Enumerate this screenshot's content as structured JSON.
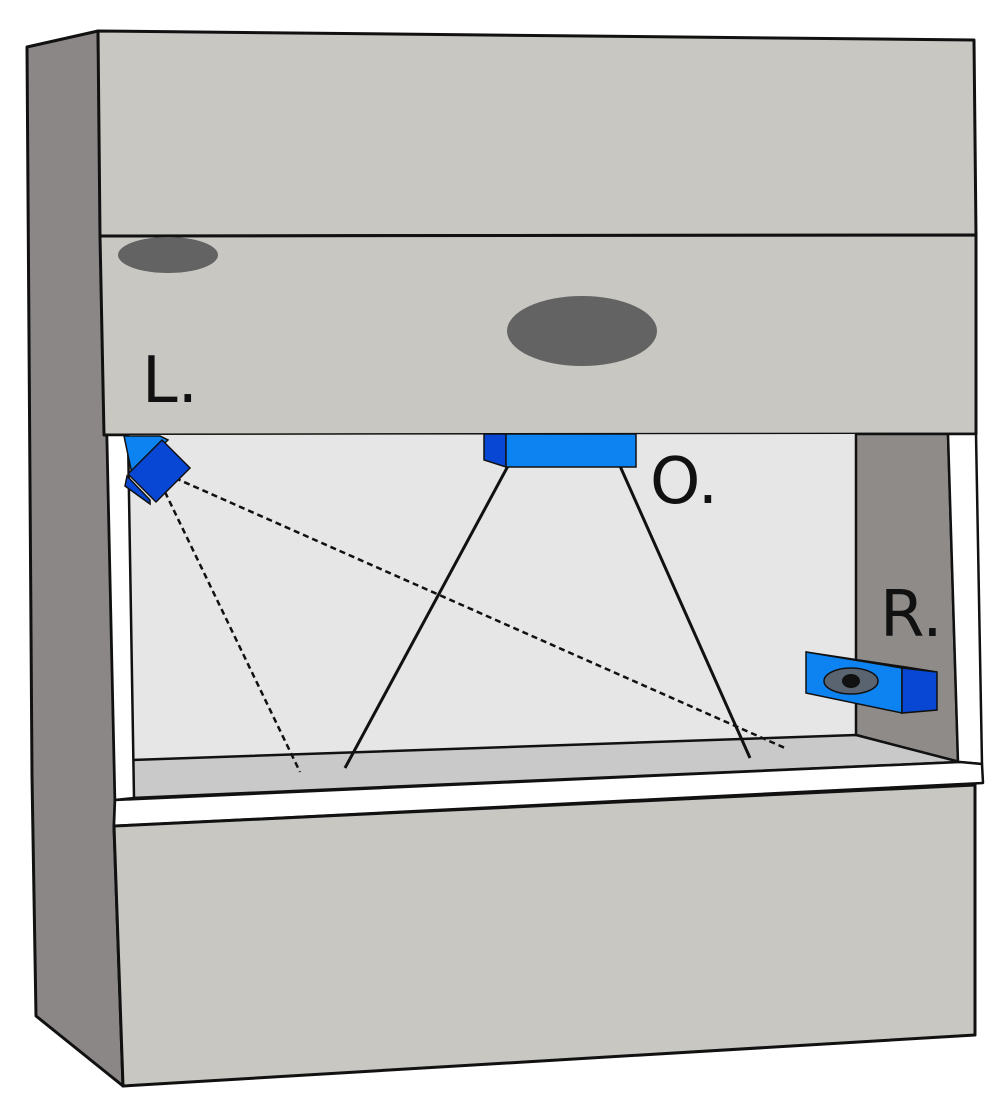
{
  "labels": {
    "left_camera": "L.",
    "overhead_camera": "O.",
    "right_camera": "R."
  },
  "colors": {
    "cabinet_front": "#c8c7c2",
    "cabinet_side": "#8b8786",
    "cabinet_inner_side": "#8f8b89",
    "work_area": "#e6e6e6",
    "work_surface": "#c9c9c9",
    "sash_frame": "#ffffff",
    "outline": "#111111",
    "vent_hole": "#636363",
    "camera_blue": "#0d83f2",
    "camera_blue_dark": "#0747d4",
    "camera_lens": "#5a6470"
  },
  "icons": {
    "left_camera": "camera-icon",
    "overhead_camera": "camera-icon",
    "right_camera": "camera-icon"
  }
}
